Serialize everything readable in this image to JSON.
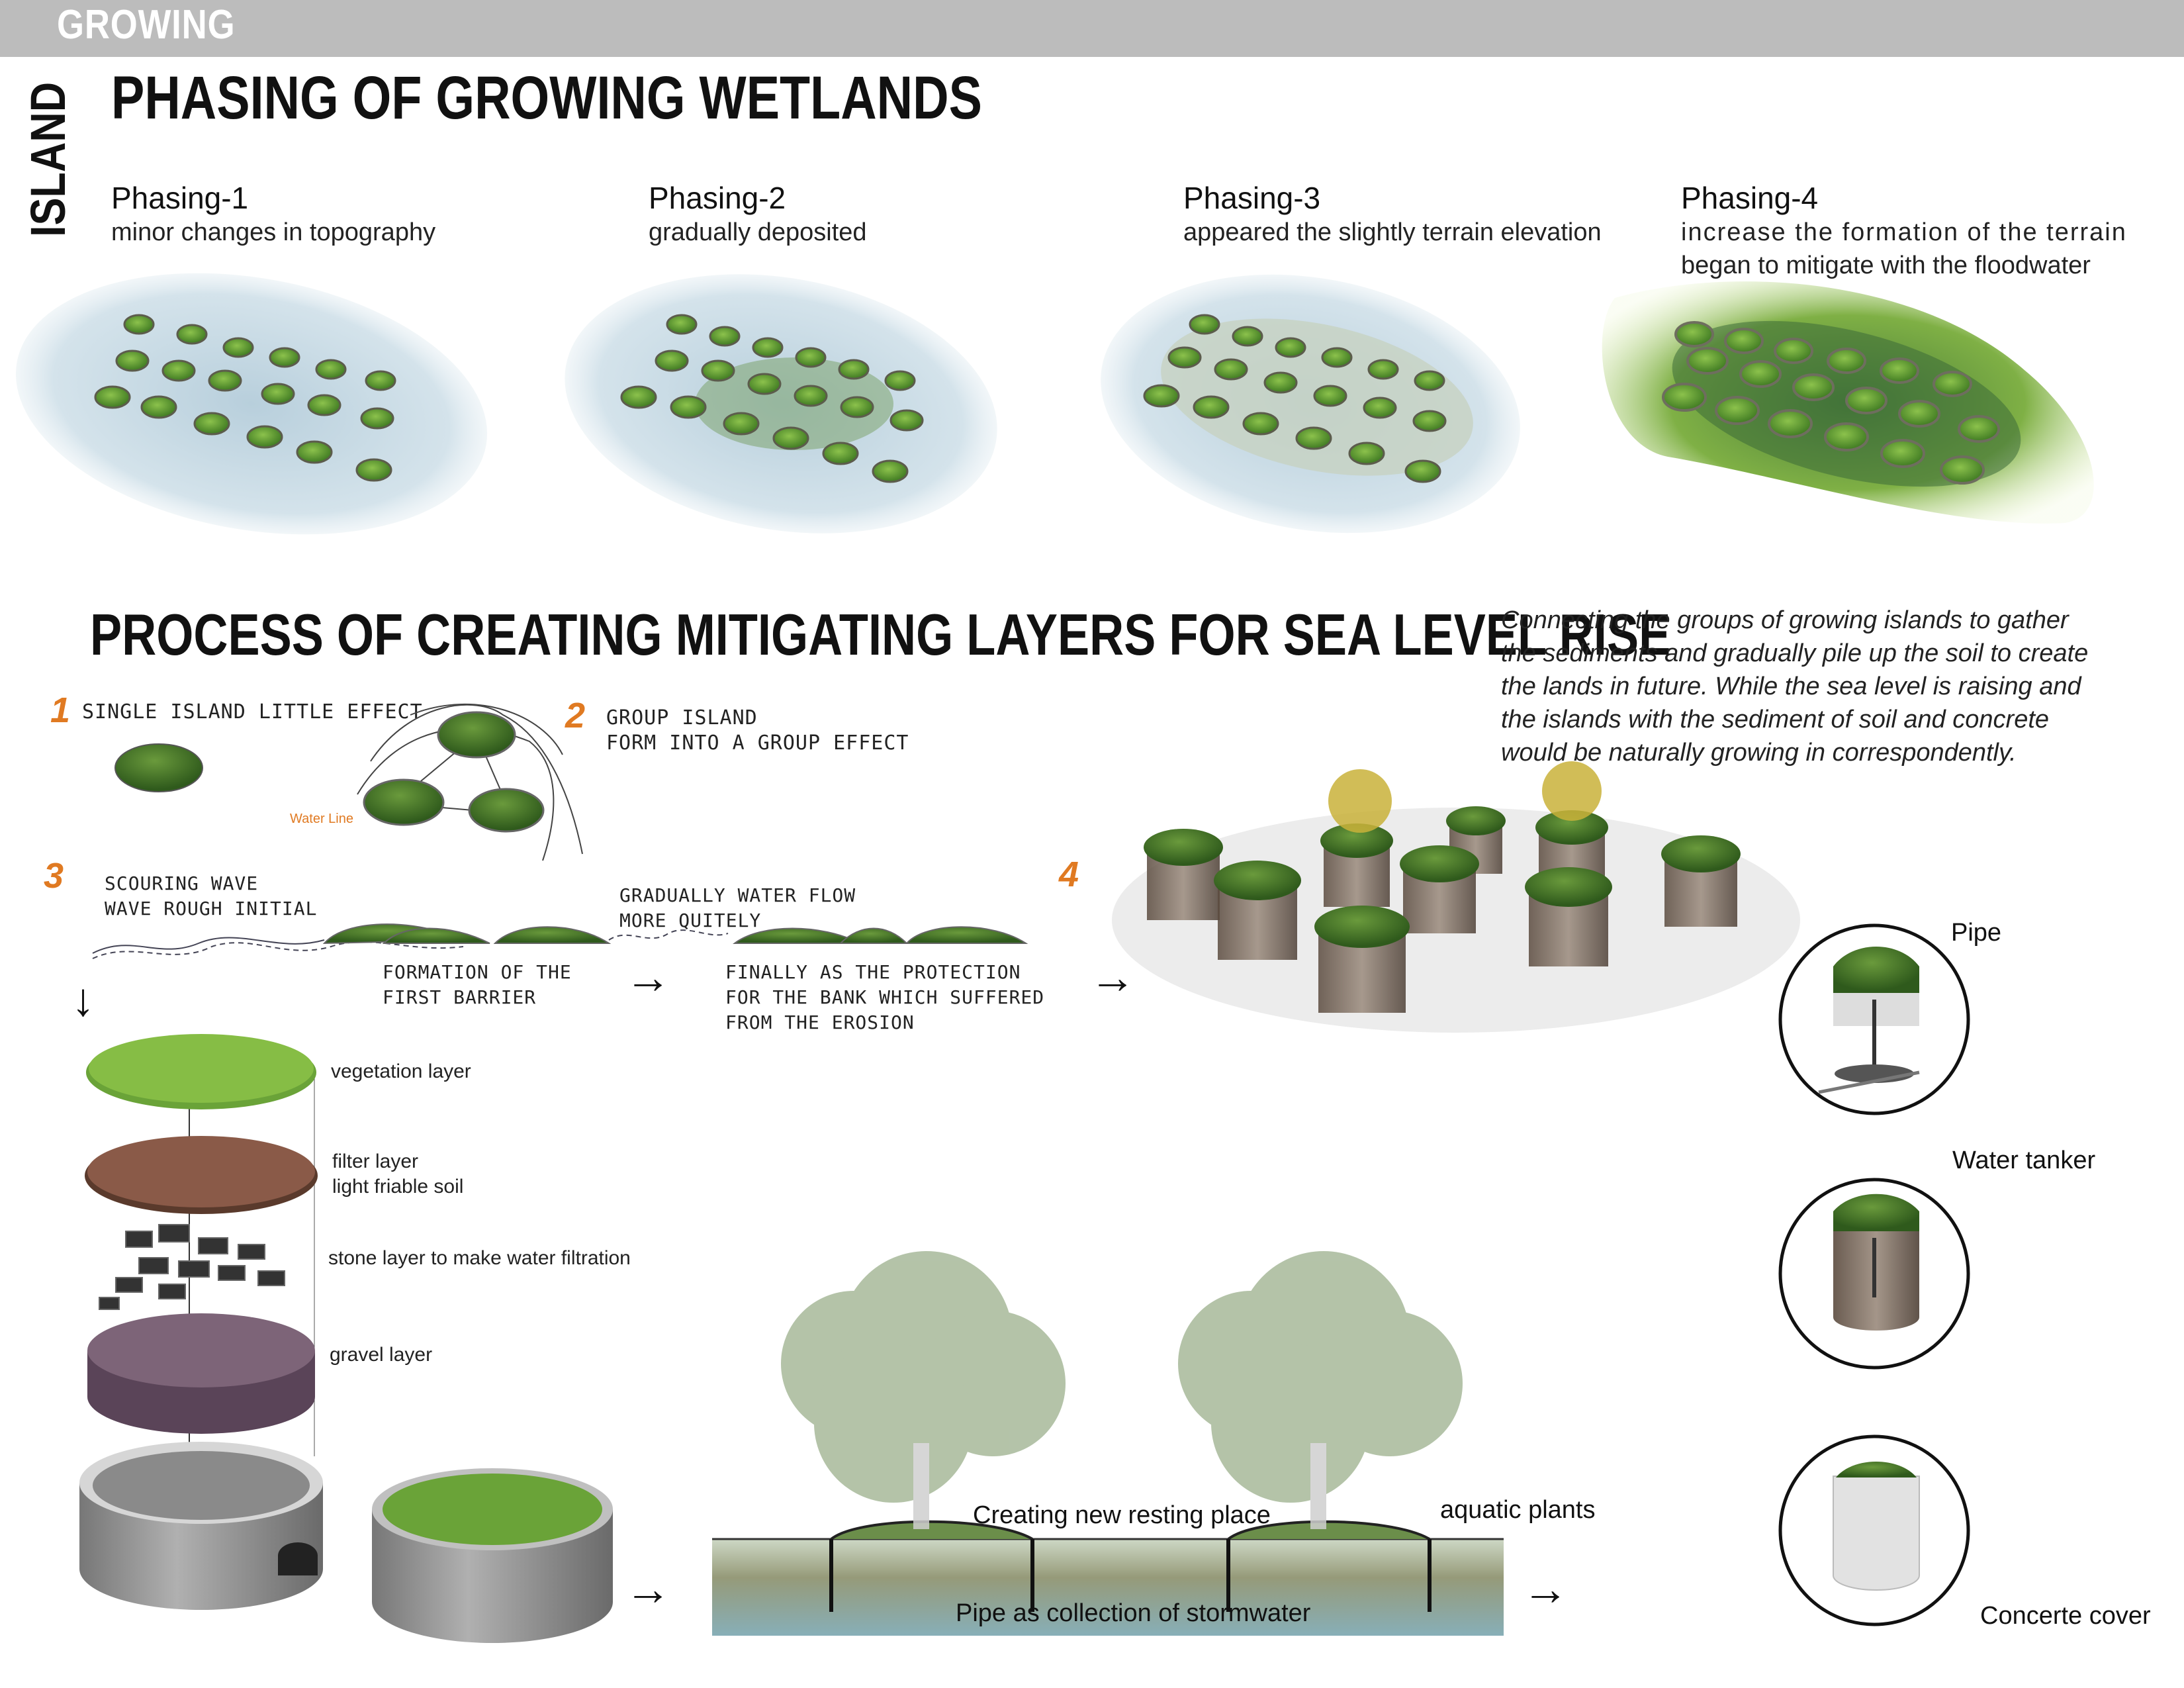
{
  "top_label": "GROWING",
  "side_label": "ISLAND",
  "heading1": "PHASING OF GROWING WETLANDS",
  "phases": [
    {
      "title": "Phasing-1",
      "sub": [
        "minor changes in topography"
      ]
    },
    {
      "title": "Phasing-2",
      "sub": [
        "gradually deposited"
      ]
    },
    {
      "title": "Phasing-3",
      "sub": [
        "appeared the slightly terrain elevation"
      ]
    },
    {
      "title": "Phasing-4",
      "sub": [
        "increase the formation of the terrain",
        "began to mitigate with the floodwater"
      ]
    }
  ],
  "heading2": "PROCESS OF CREATING MITIGATING LAYERS FOR SEA LEVEL RISE",
  "description": [
    "Connecting the groups of growing islands to gather",
    "the sediments and gradually pile up the soil to create",
    "the lands in future. While the sea level is raising and",
    "the islands with the sediment of soil and concrete",
    "would be naturally growing in correspondently."
  ],
  "steps": {
    "s1_num": "1",
    "s1_text": "SINGLE ISLAND LITTLE EFFECT",
    "s2_num": "2",
    "s2_text1": "GROUP ISLAND",
    "s2_text2": "FORM INTO A GROUP EFFECT",
    "water_line": "Water Line",
    "s3_num": "3",
    "s3_text1": "SCOURING WAVE",
    "s3_text2": "WAVE ROUGH INITIAL",
    "s3_barrier1": "FORMATION OF THE",
    "s3_barrier2": "FIRST BARRIER",
    "s3_flow1": "GRADUALLY WATER FLOW",
    "s3_flow2": "MORE QUITELY",
    "s3_final1": "FINALLY AS THE PROTECTION",
    "s3_final2": "FOR THE BANK WHICH SUFFERED",
    "s3_final3": "FROM THE EROSION",
    "s4_num": "4"
  },
  "layers": {
    "vegetation": "vegetation layer",
    "filter1": "filter layer",
    "filter2": "light friable soil",
    "stone": "stone layer to make water filtration",
    "gravel": "gravel  layer"
  },
  "section": {
    "resting": "Creating new resting place",
    "aquatic": "aquatic plants",
    "pipe_collection": "Pipe as collection of stormwater"
  },
  "details": {
    "pipe": "Pipe",
    "tanker": "Water tanker",
    "cover": "Concerte cover"
  },
  "colors": {
    "accent": "#e07a22",
    "grass": "#4f8a2c",
    "water": "#c8d9e2"
  }
}
